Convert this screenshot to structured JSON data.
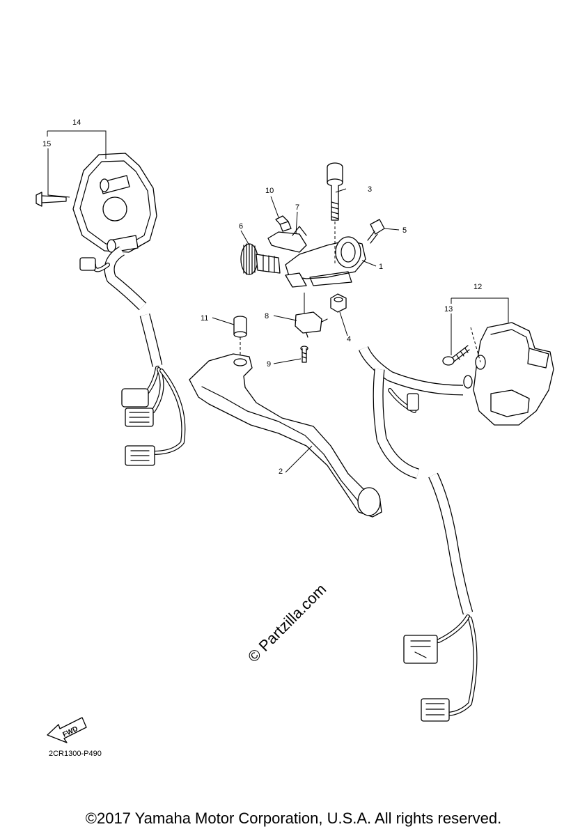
{
  "diagram": {
    "callouts": {
      "c1": "1",
      "c2": "2",
      "c3": "3",
      "c4": "4",
      "c5": "5",
      "c6": "6",
      "c7": "7",
      "c8": "8",
      "c9": "9",
      "c10": "10",
      "c11": "11",
      "c12": "12",
      "c13": "13",
      "c14": "14",
      "c15": "15"
    },
    "watermark": "© Partzilla.com",
    "fwd_label": "FWD",
    "drawing_code": "2CR1300-P490"
  },
  "footer": {
    "copyright": "©2017 Yamaha Motor Corporation, U.S.A. All rights reserved."
  }
}
